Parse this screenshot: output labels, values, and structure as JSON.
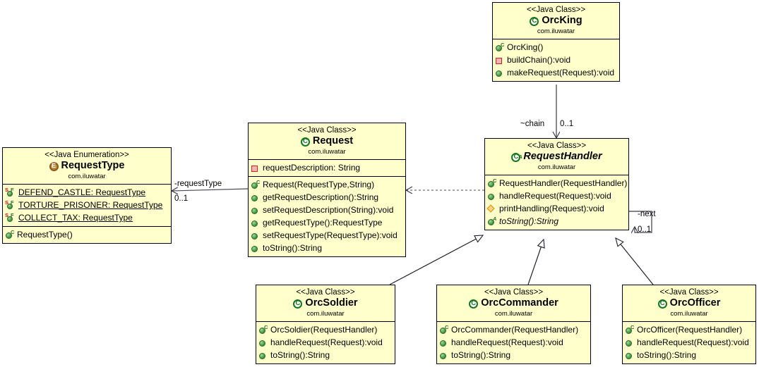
{
  "diagram": {
    "type": "uml-class-diagram",
    "background_color": "#ffffff",
    "box_fill_color": "#ffffcc",
    "box_border_color": "#000000",
    "package": "com.iluwatar"
  },
  "classes": [
    {
      "id": "orcking",
      "stereotype": "<<Java Class>>",
      "name": "OrcKing",
      "package": "com.iluwatar",
      "badge": "C",
      "abstract": false,
      "fields": [],
      "methods": [
        {
          "icon": "constructor",
          "text": "OrcKing()"
        },
        {
          "icon": "private-method",
          "text": "buildChain():void"
        },
        {
          "icon": "public-method",
          "text": "makeRequest(Request):void"
        }
      ]
    },
    {
      "id": "requesttype",
      "stereotype": "<<Java Enumeration>>",
      "name": "RequestType",
      "package": "com.iluwatar",
      "badge": "E",
      "abstract": false,
      "fields": [
        {
          "icon": "enum-constant",
          "text": "DEFEND_CASTLE: RequestType"
        },
        {
          "icon": "enum-constant",
          "text": "TORTURE_PRISONER: RequestType"
        },
        {
          "icon": "enum-constant",
          "text": "COLLECT_TAX: RequestType"
        }
      ],
      "methods": [
        {
          "icon": "constructor",
          "text": "RequestType()"
        }
      ]
    },
    {
      "id": "request",
      "stereotype": "<<Java Class>>",
      "name": "Request",
      "package": "com.iluwatar",
      "badge": "C",
      "abstract": false,
      "fields": [
        {
          "icon": "private-field",
          "text": "requestDescription: String"
        }
      ],
      "methods": [
        {
          "icon": "constructor",
          "text": "Request(RequestType,String)"
        },
        {
          "icon": "public-method",
          "text": "getRequestDescription():String"
        },
        {
          "icon": "public-method",
          "text": "setRequestDescription(String):void"
        },
        {
          "icon": "public-method",
          "text": "getRequestType():RequestType"
        },
        {
          "icon": "public-method",
          "text": "setRequestType(RequestType):void"
        },
        {
          "icon": "public-method",
          "text": "toString():String"
        }
      ]
    },
    {
      "id": "requesthandler",
      "stereotype": "<<Java Class>>",
      "name": "RequestHandler",
      "package": "com.iluwatar",
      "badge": "C",
      "abstract": true,
      "fields": [],
      "methods": [
        {
          "icon": "constructor",
          "text": "RequestHandler(RequestHandler)"
        },
        {
          "icon": "public-method",
          "text": "handleRequest(Request):void"
        },
        {
          "icon": "protected-method",
          "text": "printHandling(Request):void"
        },
        {
          "icon": "abstract-method",
          "text": "toString():String",
          "italic": true
        }
      ]
    },
    {
      "id": "orcsoldier",
      "stereotype": "<<Java Class>>",
      "name": "OrcSoldier",
      "package": "com.iluwatar",
      "badge": "C",
      "abstract": false,
      "fields": [],
      "methods": [
        {
          "icon": "constructor",
          "text": "OrcSoldier(RequestHandler)"
        },
        {
          "icon": "public-method",
          "text": "handleRequest(Request):void"
        },
        {
          "icon": "public-method",
          "text": "toString():String"
        }
      ]
    },
    {
      "id": "orccommander",
      "stereotype": "<<Java Class>>",
      "name": "OrcCommander",
      "package": "com.iluwatar",
      "badge": "C",
      "abstract": false,
      "fields": [],
      "methods": [
        {
          "icon": "constructor",
          "text": "OrcCommander(RequestHandler)"
        },
        {
          "icon": "public-method",
          "text": "handleRequest(Request):void"
        },
        {
          "icon": "public-method",
          "text": "toString():String"
        }
      ]
    },
    {
      "id": "orcofficer",
      "stereotype": "<<Java Class>>",
      "name": "OrcOfficer",
      "package": "com.iluwatar",
      "badge": "C",
      "abstract": false,
      "fields": [],
      "methods": [
        {
          "icon": "constructor",
          "text": "OrcOfficer(RequestHandler)"
        },
        {
          "icon": "public-method",
          "text": "handleRequest(Request):void"
        },
        {
          "icon": "public-method",
          "text": "toString():String"
        }
      ]
    }
  ],
  "relations": [
    {
      "id": "chain",
      "from": "orcking",
      "to": "requesthandler",
      "kind": "association",
      "role_label": "~chain",
      "multiplicity": "0..1"
    },
    {
      "id": "requesttype-assoc",
      "from": "request",
      "to": "requesttype",
      "kind": "association",
      "role_label": "-requestType",
      "multiplicity": "0..1"
    },
    {
      "id": "next",
      "from": "requesthandler",
      "to": "requesthandler",
      "kind": "association",
      "role_label": "-next",
      "multiplicity": "0..1"
    },
    {
      "id": "dependency",
      "from": "requesthandler",
      "to": "request",
      "kind": "dependency",
      "role_label": "",
      "multiplicity": ""
    },
    {
      "id": "gen-soldier",
      "from": "orcsoldier",
      "to": "requesthandler",
      "kind": "generalization",
      "role_label": "",
      "multiplicity": ""
    },
    {
      "id": "gen-commander",
      "from": "orccommander",
      "to": "requesthandler",
      "kind": "generalization",
      "role_label": "",
      "multiplicity": ""
    },
    {
      "id": "gen-officer",
      "from": "orcofficer",
      "to": "requesthandler",
      "kind": "generalization",
      "role_label": "",
      "multiplicity": ""
    }
  ],
  "labels": {
    "chain_role": "~chain",
    "chain_mult": "0..1",
    "next_role": "-next",
    "next_mult": "0..1",
    "requesttype_role": "-requestType",
    "requesttype_mult": "0..1"
  }
}
